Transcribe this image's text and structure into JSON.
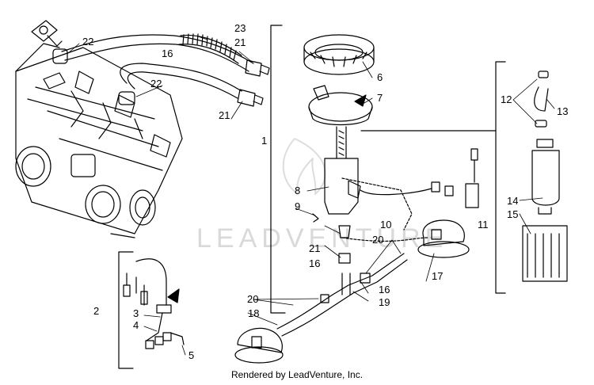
{
  "watermark": "LEADVENTURE",
  "footer": "Rendered by LeadVenture, Inc.",
  "callouts": {
    "c1": "1",
    "c2": "2",
    "c3": "3",
    "c4": "4",
    "c5": "5",
    "c6": "6",
    "c7": "7",
    "c8": "8",
    "c9": "9",
    "c10": "10",
    "c11": "11",
    "c12": "12",
    "c13": "13",
    "c14": "14",
    "c15": "15",
    "c16a": "16",
    "c16b": "16",
    "c16c": "16",
    "c17": "17",
    "c18": "18",
    "c19": "19",
    "c20a": "20",
    "c20b": "20",
    "c21a": "21",
    "c21b": "21",
    "c21c": "21",
    "c22a": "22",
    "c22b": "22",
    "c23": "23"
  }
}
